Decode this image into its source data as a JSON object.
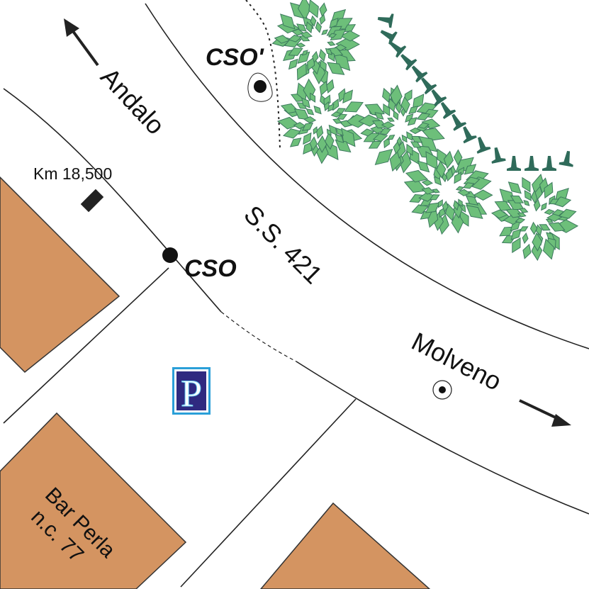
{
  "map": {
    "road_name": "S.S. 421",
    "directions": {
      "north_west": "Andalo",
      "south_east": "Molveno"
    },
    "km_marker": "Km 18,500",
    "points": {
      "cso": "CSO",
      "cso_prime": "CSO'"
    },
    "building_label": [
      "Bar Perla",
      "n.c. 77"
    ],
    "parking_symbol": "P"
  },
  "colors": {
    "building": "#d49461",
    "tree_leaf": "#6dbf7a",
    "tree_stroke": "#3d7a5e",
    "hedge": "#2f6b5a",
    "parking_bg": "#2f2a80",
    "parking_border": "#2a9fd8"
  },
  "icons": {
    "tree": "tree-icon",
    "hedge": "hedge-icon",
    "parking": "parking-icon",
    "arrow": "arrow-icon"
  }
}
